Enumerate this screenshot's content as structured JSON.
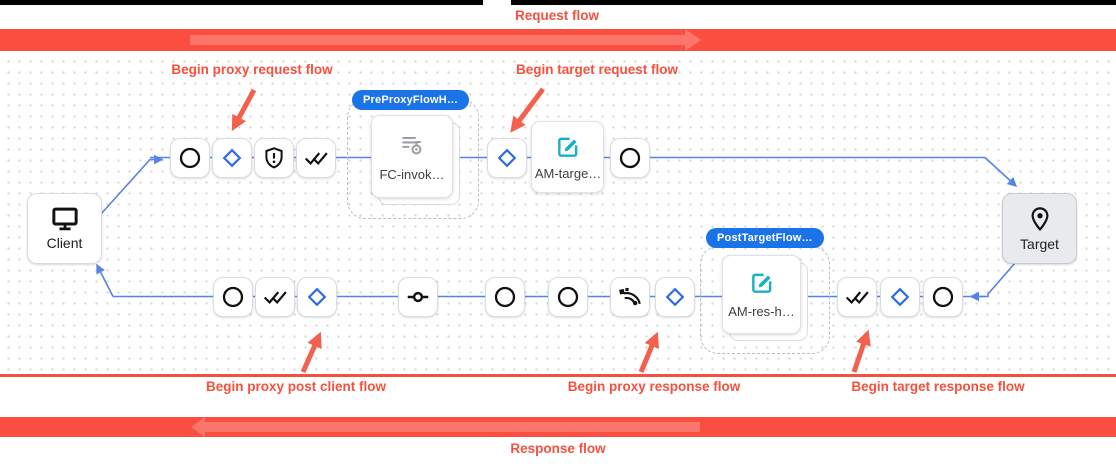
{
  "header": {
    "request_flow_label": "Request flow"
  },
  "footer": {
    "response_flow_label": "Response flow"
  },
  "annotations": {
    "begin_proxy_request": "Begin proxy request flow",
    "begin_target_request": "Begin target request flow",
    "begin_proxy_post_client": "Begin proxy post client flow",
    "begin_proxy_response": "Begin proxy response flow",
    "begin_target_response": "Begin target response flow"
  },
  "badges": {
    "pre_proxy_flow_hook": "PreProxyFlowH…",
    "post_target_flow_hook": "PostTargetFlow…"
  },
  "nodes": {
    "client_label": "Client",
    "target_label": "Target",
    "flow_callout_policy_label": "FC-invok…",
    "assign_message_target_policy_label": "AM-targe…",
    "assign_message_response_policy_label": "AM-res-h…"
  },
  "flow_steps": {
    "request_row": [
      "circle-step-icon",
      "diamond-step-icon",
      "shield-icon",
      "double-check-icon",
      "diamond-step-icon",
      "edit-icon-policy",
      "circle-step-icon"
    ],
    "response_row": [
      "circle-step-icon",
      "double-check-icon",
      "diamond-step-icon",
      "inline-connector-icon",
      "circle-step-icon",
      "circle-step-icon",
      "signal-waves-icon",
      "diamond-step-icon",
      "edit-icon-policy",
      "double-check-icon",
      "diamond-step-icon",
      "circle-step-icon"
    ]
  },
  "icons": {
    "monitor-icon": "computer display (Client endpoint)",
    "place-pin-icon": "map pin (Target endpoint)",
    "circle-step-icon": "○",
    "diamond-step-icon": "◇",
    "shield-icon": "shield with exclamation",
    "double-check-icon": "double checkmark",
    "inline-connector-icon": "-o-",
    "signal-waves-icon": "radiating signal waves",
    "edit-icon": "pencil in square",
    "flow-callout-icon": "list with callout arrow"
  },
  "colors": {
    "flow_red": "#f4513e",
    "band_red": "#fa4f40",
    "edge_blue": "#5583e8",
    "badge_blue": "#1a73e8",
    "diamond_blue": "#2e6be5",
    "policy_teal": "#17b0c4"
  }
}
